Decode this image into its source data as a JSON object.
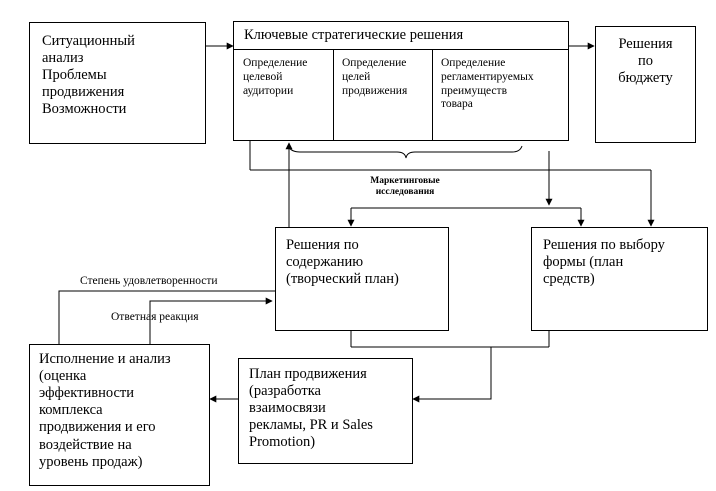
{
  "boxes": {
    "situation": "Ситуационный\nанализ\nПроблемы\nпродвижения\nВозможности",
    "key_title": "Ключевые стратегические решения",
    "key_col1": "Определение\nцелевой\nаудитории",
    "key_col2": "Определение\nцелей\nпродвижения",
    "key_col3": "Определение\nрегламентируемых\nпреимуществ\nтовара",
    "budget": "Решения\nпо\nбюджету",
    "content": "Решения по\nсодержанию\n(творческий план)",
    "form": "Решения по выбору\nформы (план\nсредств)",
    "promo_plan": "План продвижения\n(разработка\nвзаимосвязи\nрекламы, PR и Sales\nPromotion)",
    "execution": "Исполнение и анализ\n(оценка\nэффективности\nкомплекса\nпродвижения и его\nвоздействие на\nуровень продаж)"
  },
  "labels": {
    "research": "Маркетинговые\nисследования",
    "satisfaction": "Степень удовлетворенности",
    "response": "Ответная реакция"
  }
}
